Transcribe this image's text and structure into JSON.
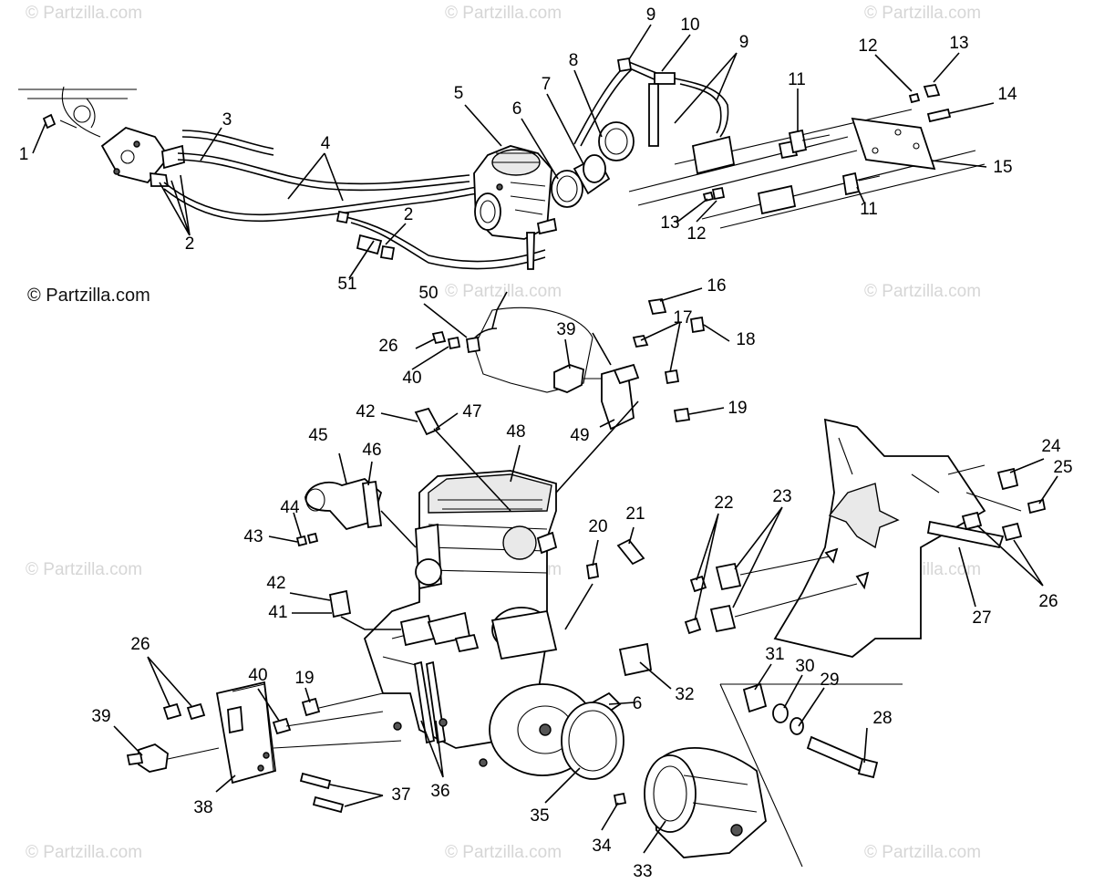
{
  "watermark": "© Partzilla.com",
  "copyright": "© Partzilla.com",
  "labels": [
    "1",
    "2",
    "2",
    "2",
    "3",
    "4",
    "5",
    "6",
    "6",
    "7",
    "8",
    "9",
    "9",
    "10",
    "11",
    "11",
    "12",
    "12",
    "13",
    "13",
    "14",
    "15",
    "16",
    "17",
    "18",
    "19",
    "19",
    "20",
    "21",
    "22",
    "23",
    "24",
    "25",
    "26",
    "26",
    "26",
    "27",
    "28",
    "29",
    "30",
    "31",
    "32",
    "33",
    "34",
    "35",
    "36",
    "37",
    "38",
    "39",
    "39",
    "40",
    "40",
    "41",
    "42",
    "42",
    "43",
    "44",
    "45",
    "46",
    "47",
    "48",
    "49",
    "50",
    "51"
  ]
}
